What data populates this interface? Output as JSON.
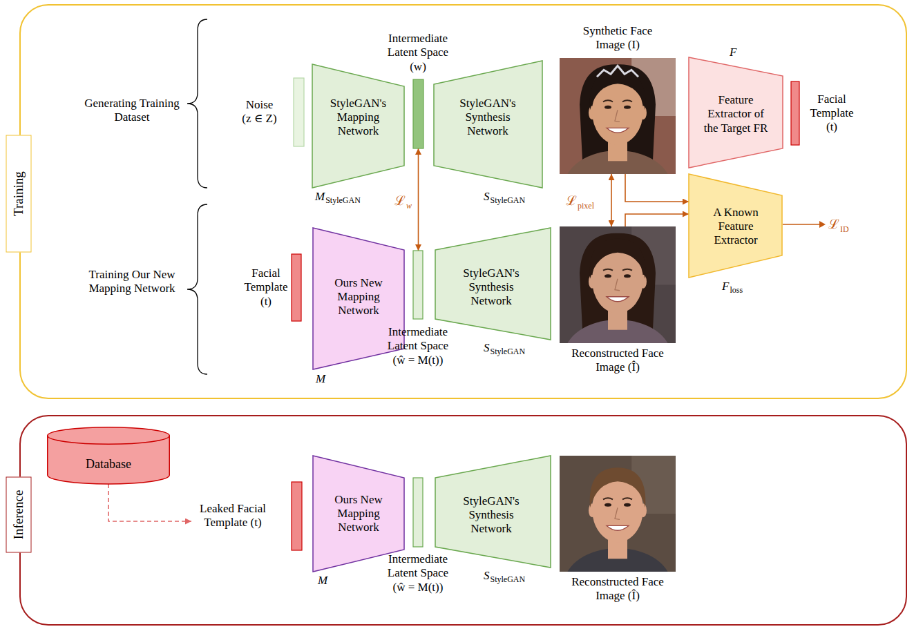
{
  "diagram": {
    "nodes": [
      {
        "text": [
          "Training"
        ]
      },
      {
        "text": [
          "Noise (z ∈ Z)"
        ],
        "in": 0
      },
      {
        "text": [
          "StyleGAN's Mapping Network",
          "M",
          "StyleGAN"
        ],
        "in": 0
      },
      {
        "text": [
          "Intermediate Latent Space (w)"
        ],
        "in": 0
      },
      {
        "text": [
          "StyleGAN's Synthesis Network",
          "S",
          "StyleGAN"
        ],
        "in": 0
      },
      {
        "text": [
          "Synthetic Face Image (I)"
        ],
        "in": 0
      },
      {
        "text": [
          "Feature Extractor of the Target FR",
          "F"
        ],
        "in": 0
      },
      {
        "text": [
          "Facial Template (t)"
        ],
        "in": 0
      },
      {
        "text": [
          "Facial Template (t)"
        ],
        "in": 0
      },
      {
        "text": [
          "Ours New Mapping Network",
          "M"
        ],
        "in": 0
      },
      {
        "text": [
          "Intermediate Latent Space (ŵ = M(t))"
        ],
        "in": 0
      },
      {
        "text": [
          "StyleGAN's Synthesis Network",
          "S",
          "StyleGAN"
        ],
        "in": 0
      },
      {
        "text": [
          "Reconstructed Face Image (Î)"
        ],
        "in": 0
      },
      {
        "text": [
          "A Known Feature Extractor",
          "F",
          "loss"
        ],
        "in": 0
      },
      {
        "text": [
          "Inference"
        ]
      },
      {
        "text": [
          "Database"
        ],
        "in": 14
      },
      {
        "text": [
          "Leaked Facial Template (t)"
        ],
        "in": 14
      },
      {
        "text": [
          "Ours New Mapping Network",
          "M"
        ],
        "in": 14
      },
      {
        "text": [
          "Intermediate Latent Space (ŵ = M(t))"
        ],
        "in": 14
      },
      {
        "text": [
          "StyleGAN's Synthesis Network",
          "S",
          "StyleGAN"
        ],
        "in": 14
      },
      {
        "text": [
          "Reconstructed Face Image (Î)"
        ],
        "in": 14
      }
    ],
    "edges": [
      {
        "from": 3,
        "to": 10,
        "arrow": "both"
      },
      {
        "from": 5,
        "to": 12,
        "arrow": "both"
      },
      {
        "from": 5,
        "to": 13,
        "arrow": "to"
      },
      {
        "from": 12,
        "to": 13,
        "arrow": "to"
      },
      {
        "from": 15,
        "to": 16,
        "arrow": "to"
      }
    ],
    "labels": [
      "Generating Training Dataset",
      "Training Our New Mapping Network",
      "ℒ",
      "w",
      "ℒ",
      "pixel",
      "ℒ",
      "ID"
    ]
  }
}
